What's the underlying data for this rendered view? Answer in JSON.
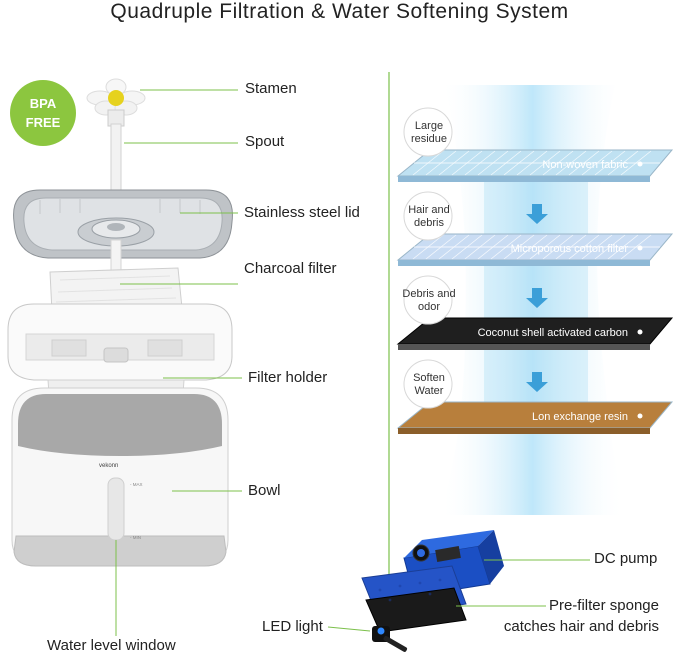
{
  "title": "Quadruple Filtration & Water Softening System",
  "badge": {
    "line1": "BPA",
    "line2": "FREE"
  },
  "brand": "vekonn",
  "level_marks": {
    "max": "MAX",
    "min": "MIN"
  },
  "parts": {
    "stamen": "Stamen",
    "spout": "Spout",
    "lid": "Stainless steel lid",
    "charcoal": "Charcoal filter",
    "holder": "Filter holder",
    "bowl": "Bowl",
    "window": "Water level window",
    "pump": "DC pump",
    "sponge_line1": "Pre-filter sponge",
    "sponge_line2": "catches hair and debris",
    "led": "LED light"
  },
  "layers": [
    {
      "bubble": [
        "Large",
        "residue"
      ],
      "label": "Non-woven fabric",
      "color": "#bfe1f2"
    },
    {
      "bubble": [
        "Hair and",
        "debris"
      ],
      "label": "Microporous cotton filter",
      "color": "#c9dcf3"
    },
    {
      "bubble": [
        "Debris and",
        "odor"
      ],
      "label": "Coconut shell activated carbon",
      "color": "#1f1f1f"
    },
    {
      "bubble": [
        "Soften",
        "Water"
      ],
      "label": "Lon exchange resin",
      "color": "#b87f3c"
    }
  ],
  "colors": {
    "accent_line": "#7cc04b",
    "badge": "#8cc63f"
  }
}
